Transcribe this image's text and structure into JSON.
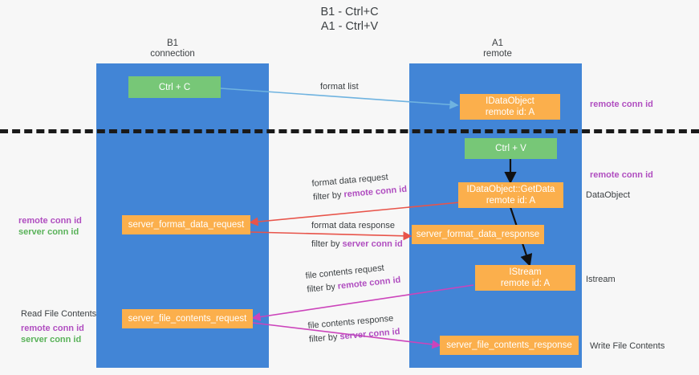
{
  "title": "B1 - Ctrl+C\nA1 - Ctrl+V",
  "columns": [
    {
      "name": "b1",
      "label": "B1\nconnection"
    },
    {
      "name": "a1",
      "label": "A1\nremote"
    }
  ],
  "colors": {
    "lane": "#4285d6",
    "orange_node": "#fbaf4c",
    "green_node": "#77c777",
    "purple_text": "#b04ec0",
    "green_text": "#59b259",
    "divider": "#1a1a1a",
    "edge_blue": "#6fb3e0",
    "edge_red": "#e8544a",
    "edge_black": "#111111",
    "edge_magenta": "#cc44bb",
    "background": "#f7f7f7"
  },
  "nodes": [
    {
      "id": "ctrl_c",
      "lines": [
        "Ctrl + C"
      ],
      "color": "green"
    },
    {
      "id": "idataobject",
      "lines": [
        "IDataObject",
        "remote id: A"
      ],
      "color": "orange"
    },
    {
      "id": "ctrl_v",
      "lines": [
        "Ctrl + V"
      ],
      "color": "green"
    },
    {
      "id": "getdata",
      "lines": [
        "IDataObject::GetData",
        "remote id: A"
      ],
      "color": "orange"
    },
    {
      "id": "sfd_request",
      "lines": [
        "server_format_data_request"
      ],
      "color": "orange"
    },
    {
      "id": "sfd_response",
      "lines": [
        "server_format_data_response"
      ],
      "color": "orange"
    },
    {
      "id": "istream",
      "lines": [
        "IStream",
        "remote id: A"
      ],
      "color": "orange"
    },
    {
      "id": "sfc_request",
      "lines": [
        "server_file_contents_request"
      ],
      "color": "orange"
    },
    {
      "id": "sfc_response",
      "lines": [
        "server_file_contents_response"
      ],
      "color": "orange"
    }
  ],
  "edge_labels": {
    "format_list": "format list",
    "format_data_request": "format data request",
    "format_data_request_filter_prefix": "filter by ",
    "format_data_request_filter_key": "remote conn id",
    "format_data_response": "format data response",
    "format_data_response_filter_prefix": "filter by ",
    "format_data_response_filter_key": "server conn id",
    "file_contents_request": "file contents request",
    "file_contents_request_filter_prefix": "filter by ",
    "file_contents_request_filter_key": "remote conn id",
    "file_contents_response": "file contents response",
    "file_contents_response_filter_prefix": "filter by ",
    "file_contents_response_filter_key": "server conn id"
  },
  "right_annotations": [
    {
      "id": "r1",
      "text": "remote conn id",
      "style": "purple"
    },
    {
      "id": "r2",
      "text": "remote conn id",
      "style": "purple"
    },
    {
      "id": "r3",
      "text": "DataObject",
      "style": "dark"
    },
    {
      "id": "r4",
      "text": "Istream",
      "style": "dark"
    },
    {
      "id": "r5",
      "text": "Write File Contents",
      "style": "dark"
    }
  ],
  "left_annotations": [
    {
      "id": "l1",
      "text": "remote conn id",
      "style": "purple"
    },
    {
      "id": "l2",
      "text": "server conn id",
      "style": "green"
    },
    {
      "id": "l3",
      "text": "Read File Contents",
      "style": "dark"
    },
    {
      "id": "l4",
      "text": "remote conn id",
      "style": "purple"
    },
    {
      "id": "l5",
      "text": "server conn id",
      "style": "green"
    }
  ]
}
